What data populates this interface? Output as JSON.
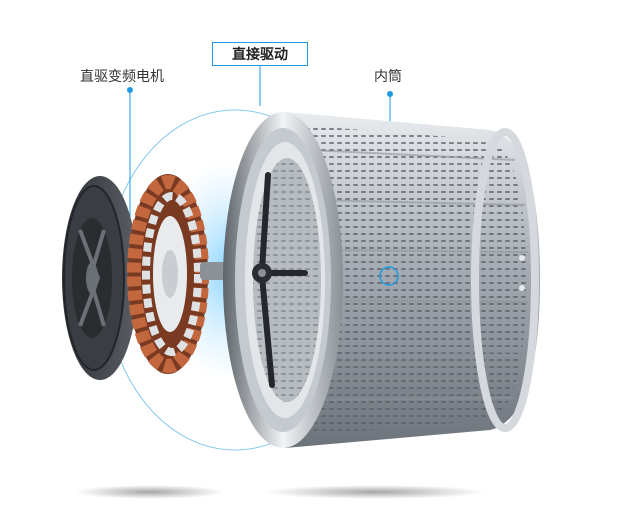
{
  "title": "直接驱动",
  "labels": {
    "motor": "直驱变频电机",
    "drum": "内筒"
  },
  "colors": {
    "accent": "#1e9be0",
    "stator_copper": "#a8502f",
    "drum_steel": "#b9bec4",
    "rotor_dark": "#4a4d52"
  }
}
